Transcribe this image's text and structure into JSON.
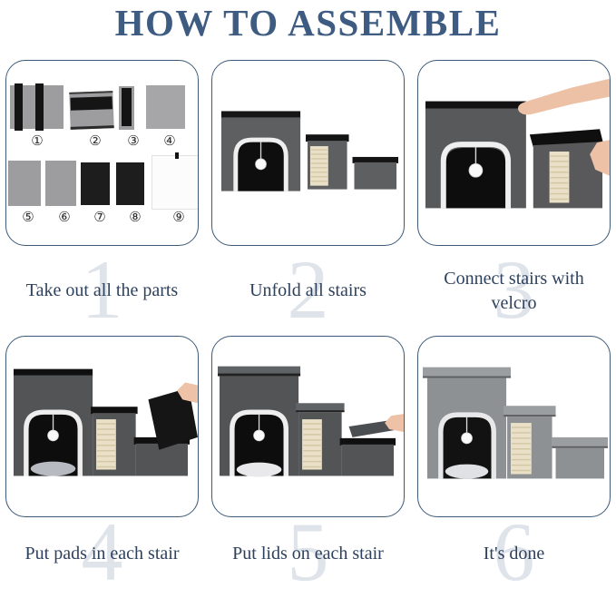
{
  "title": "HOW TO ASSEMBLE",
  "colors": {
    "title": "#3e5c82",
    "caption_text": "#2e415c",
    "step_number_watermark": "#dfe3ea",
    "panel_border": "#3c5a78",
    "fabric_dark": "#565759",
    "fabric_light": "#8e9194",
    "scratch_pad": "#e9e0c7",
    "hand_skin": "#edc1a6"
  },
  "steps": [
    {
      "number": "1",
      "caption": "Take out all the parts",
      "illustration": "all-parts-laid-out"
    },
    {
      "number": "2",
      "caption": "Unfold all stairs",
      "illustration": "three-unfolded-stair-boxes"
    },
    {
      "number": "3",
      "caption": "Connect stairs with velcro",
      "illustration": "hands-connecting-cube-and-stair"
    },
    {
      "number": "4",
      "caption": "Put pads in each stair",
      "illustration": "hand-inserting-black-pad"
    },
    {
      "number": "5",
      "caption": "Put lids on each stair",
      "illustration": "hand-placing-lid"
    },
    {
      "number": "6",
      "caption": "It's done",
      "illustration": "finished-pet-stair-house"
    }
  ],
  "part_labels": [
    "①",
    "②",
    "③",
    "④",
    "⑤",
    "⑥",
    "⑦",
    "⑧",
    "⑨"
  ]
}
